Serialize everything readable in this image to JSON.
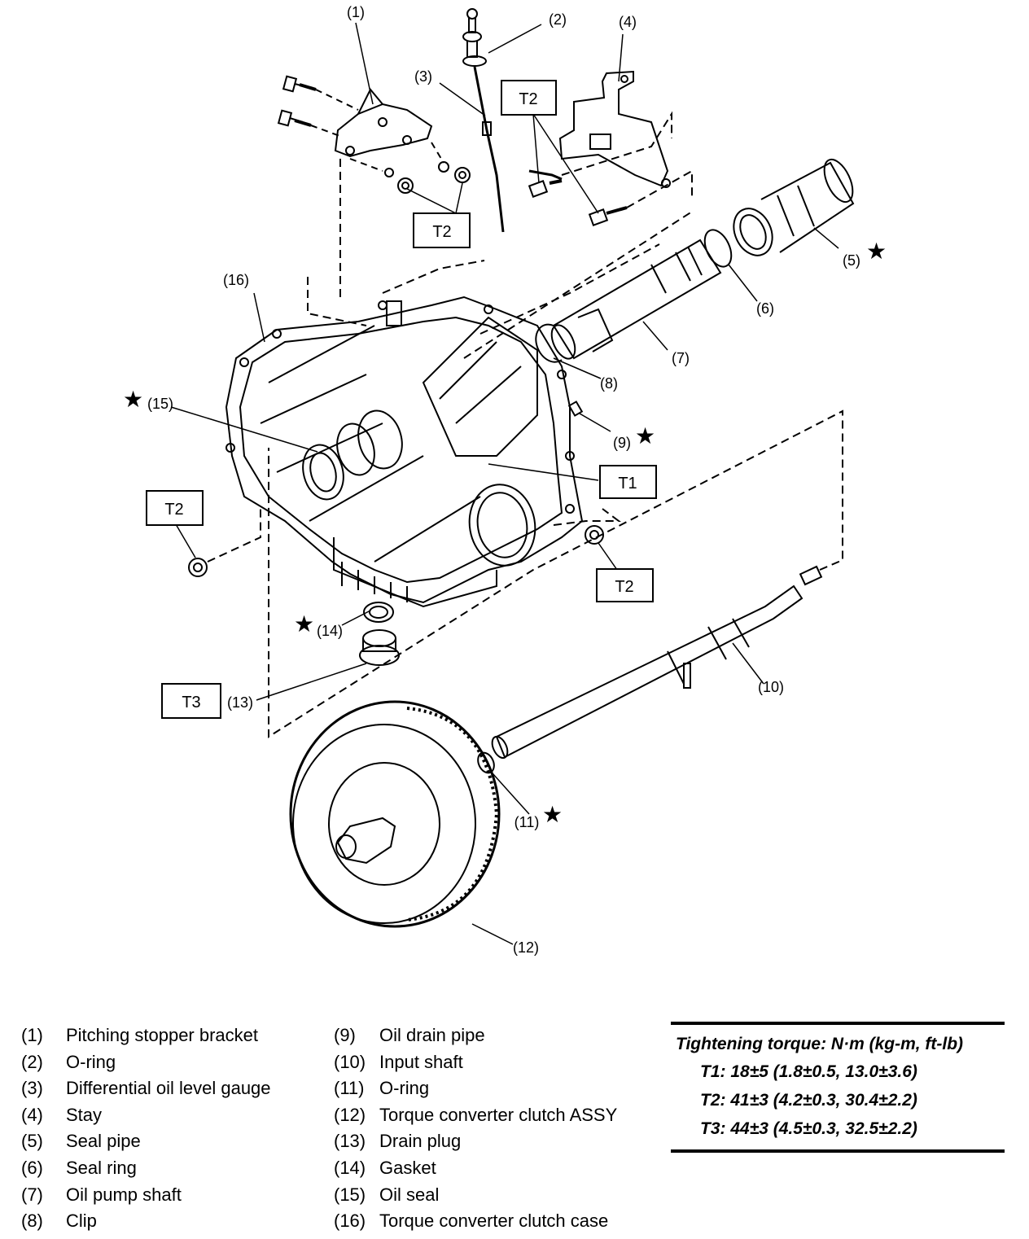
{
  "callouts": {
    "c1": "(1)",
    "c2": "(2)",
    "c3": "(3)",
    "c4": "(4)",
    "c5": "(5)",
    "c6": "(6)",
    "c7": "(7)",
    "c8": "(8)",
    "c9": "(9)",
    "c10": "(10)",
    "c11": "(11)",
    "c12": "(12)",
    "c13": "(13)",
    "c14": "(14)",
    "c15": "(15)",
    "c16": "(16)"
  },
  "torque_boxes": {
    "t2_top": "T2",
    "t2_bracket": "T2",
    "t1": "T1",
    "t2_left": "T2",
    "t2_right": "T2",
    "t3": "T3"
  },
  "star_symbol": "★",
  "legend_left": [
    {
      "num": "(1)",
      "name": "Pitching stopper bracket"
    },
    {
      "num": "(2)",
      "name": "O-ring"
    },
    {
      "num": "(3)",
      "name": "Differential oil level gauge"
    },
    {
      "num": "(4)",
      "name": "Stay"
    },
    {
      "num": "(5)",
      "name": "Seal pipe"
    },
    {
      "num": "(6)",
      "name": "Seal ring"
    },
    {
      "num": "(7)",
      "name": "Oil pump shaft"
    },
    {
      "num": "(8)",
      "name": "Clip"
    }
  ],
  "legend_right": [
    {
      "num": "(9)",
      "name": "Oil drain pipe"
    },
    {
      "num": "(10)",
      "name": "Input shaft"
    },
    {
      "num": "(11)",
      "name": "O-ring"
    },
    {
      "num": "(12)",
      "name": "Torque converter clutch ASSY"
    },
    {
      "num": "(13)",
      "name": "Drain plug"
    },
    {
      "num": "(14)",
      "name": "Gasket"
    },
    {
      "num": "(15)",
      "name": "Oil seal"
    },
    {
      "num": "(16)",
      "name": "Torque converter clutch case"
    }
  ],
  "torque": {
    "title": "Tightening torque: N·m (kg-m, ft-lb)",
    "specs": [
      "T1: 18±5 (1.8±0.5, 13.0±3.6)",
      "T2: 41±3 (4.2±0.3, 30.4±2.2)",
      "T3: 44±3 (4.5±0.3, 32.5±2.2)"
    ]
  }
}
